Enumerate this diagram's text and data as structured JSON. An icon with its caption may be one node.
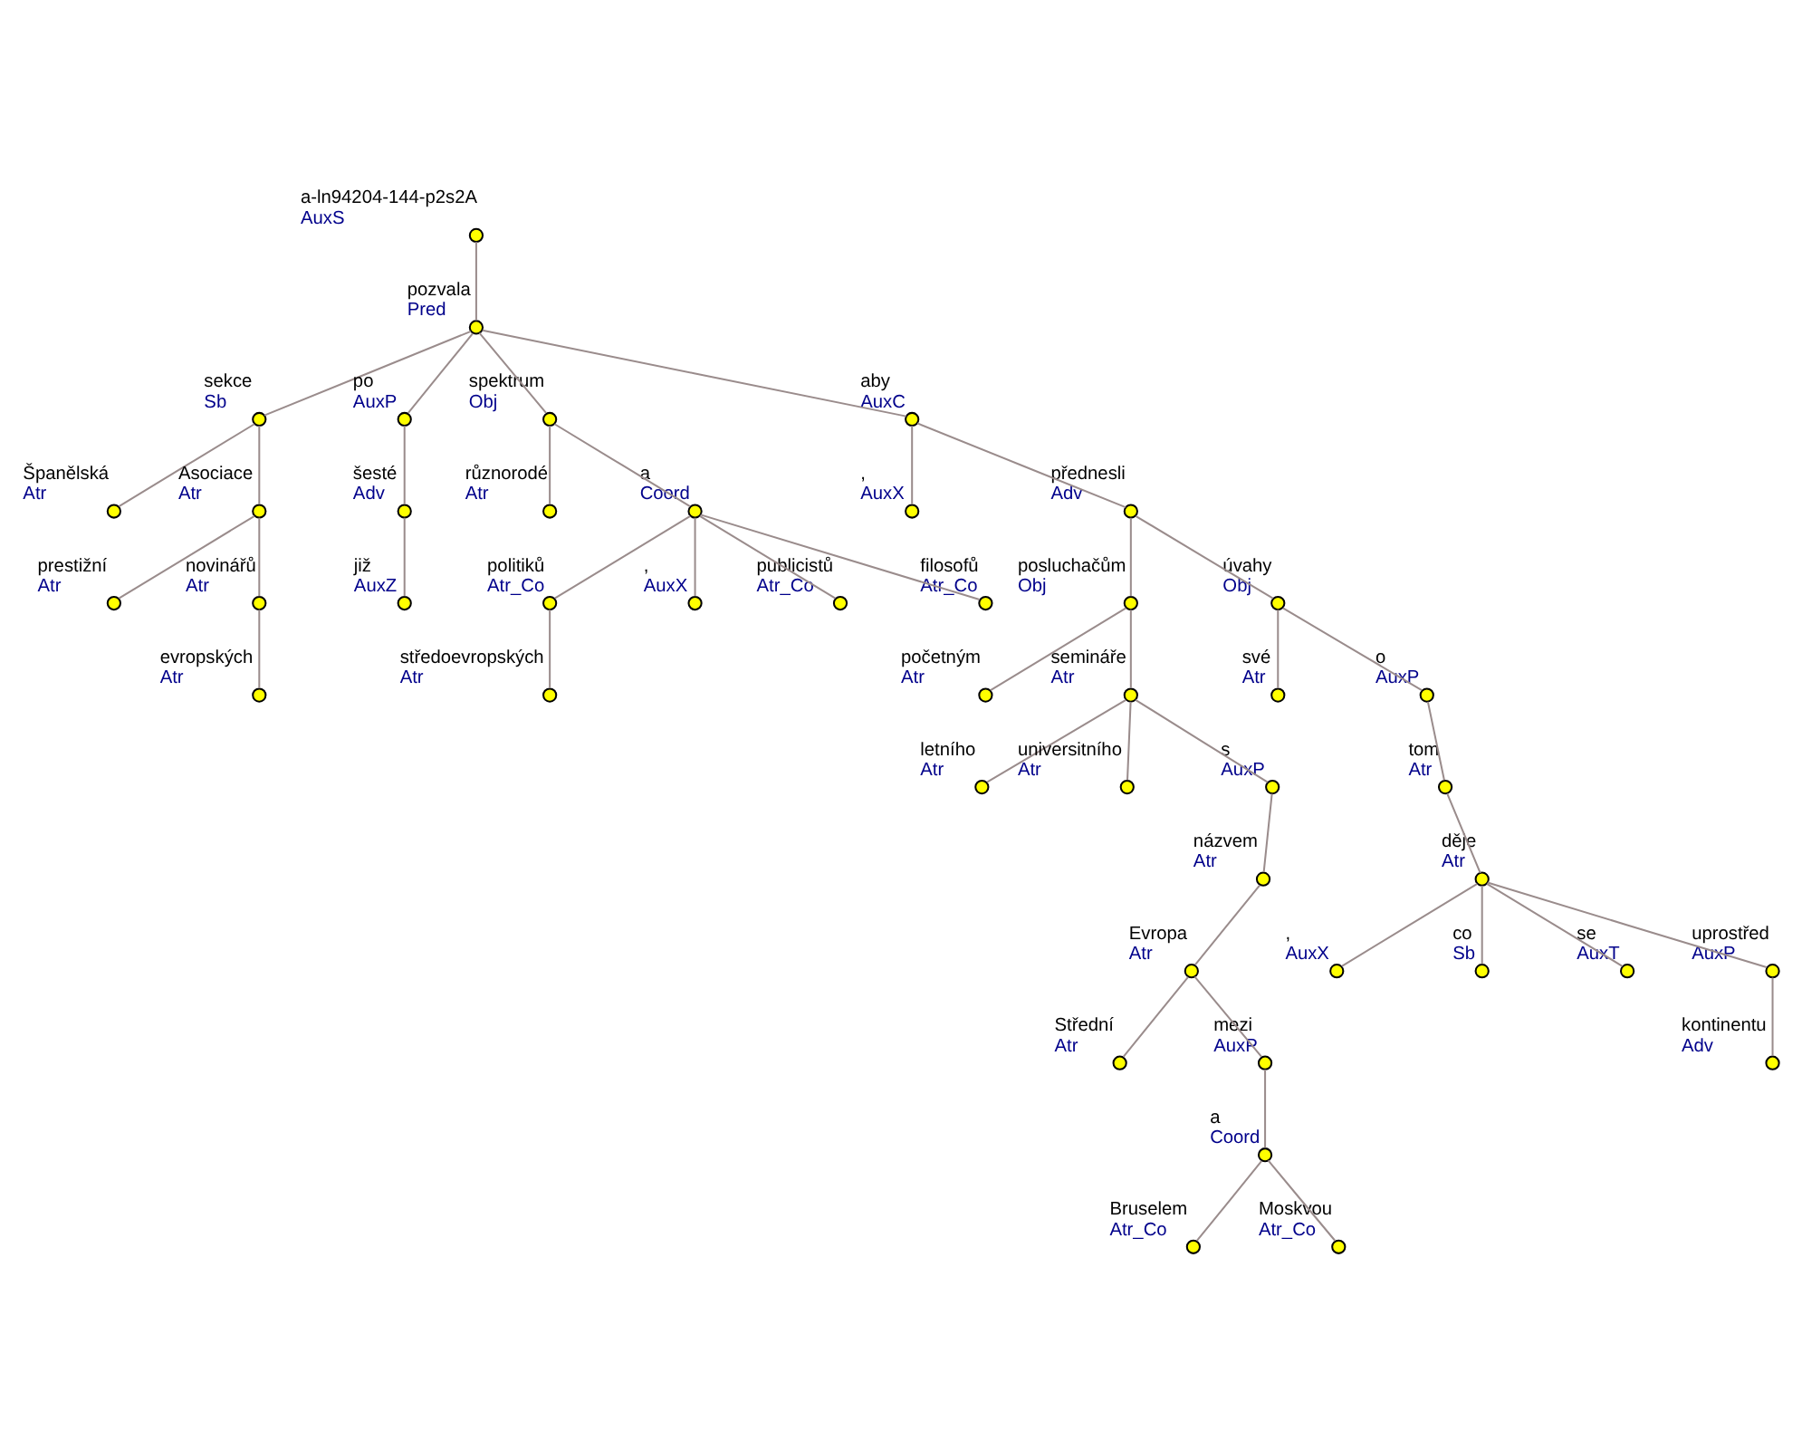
{
  "diagram": {
    "nodes": [
      {
        "text": [],
        "shape": "circle",
        "beside": [
          "a-ln94204-144-p2s2A",
          "AuxS"
        ]
      },
      {
        "text": [],
        "shape": "circle",
        "beside": [
          "pozvala",
          "Pred"
        ]
      },
      {
        "text": [],
        "shape": "circle",
        "beside": [
          "sekce",
          "Sb"
        ]
      },
      {
        "text": [],
        "shape": "circle",
        "beside": [
          "Španělská",
          "Atr"
        ]
      },
      {
        "text": [],
        "shape": "circle",
        "beside": [
          "Asociace",
          "Atr"
        ]
      },
      {
        "text": [],
        "shape": "circle",
        "beside": [
          "prestižní",
          "Atr"
        ]
      },
      {
        "text": [],
        "shape": "circle",
        "beside": [
          "novinářů",
          "Atr"
        ]
      },
      {
        "text": [],
        "shape": "circle",
        "beside": [
          "evropských",
          "Atr"
        ]
      },
      {
        "text": [],
        "shape": "circle",
        "beside": [
          "po",
          "AuxP"
        ]
      },
      {
        "text": [],
        "shape": "circle",
        "beside": [
          "šesté",
          "Adv"
        ]
      },
      {
        "text": [],
        "shape": "circle",
        "beside": [
          "již",
          "AuxZ"
        ]
      },
      {
        "text": [],
        "shape": "circle",
        "beside": [
          "spektrum",
          "Obj"
        ]
      },
      {
        "text": [],
        "shape": "circle",
        "beside": [
          "různorodé",
          "Atr"
        ]
      },
      {
        "text": [],
        "shape": "circle",
        "beside": [
          "a",
          "Coord"
        ]
      },
      {
        "text": [],
        "shape": "circle",
        "beside": [
          "politiků",
          "Atr_Co"
        ]
      },
      {
        "text": [],
        "shape": "circle",
        "beside": [
          "středoevropských",
          "Atr"
        ]
      },
      {
        "text": [],
        "shape": "circle",
        "beside": [
          ",",
          "AuxX"
        ]
      },
      {
        "text": [],
        "shape": "circle",
        "beside": [
          "publicistů",
          "Atr_Co"
        ]
      },
      {
        "text": [],
        "shape": "circle",
        "beside": [
          "filosofů",
          "Atr_Co"
        ]
      },
      {
        "text": [],
        "shape": "circle",
        "beside": [
          "aby",
          "AuxC"
        ]
      },
      {
        "text": [],
        "shape": "circle",
        "beside": [
          ",",
          "AuxX"
        ]
      },
      {
        "text": [],
        "shape": "circle",
        "beside": [
          "přednesli",
          "Adv"
        ]
      },
      {
        "text": [],
        "shape": "circle",
        "beside": [
          "posluchačům",
          "Obj"
        ]
      },
      {
        "text": [],
        "shape": "circle",
        "beside": [
          "početným",
          "Atr"
        ]
      },
      {
        "text": [],
        "shape": "circle",
        "beside": [
          "semináře",
          "Atr"
        ]
      },
      {
        "text": [],
        "shape": "circle",
        "beside": [
          "letního",
          "Atr"
        ]
      },
      {
        "text": [],
        "shape": "circle",
        "beside": [
          "universitního",
          "Atr"
        ]
      },
      {
        "text": [],
        "shape": "circle",
        "beside": [
          "s",
          "AuxP"
        ]
      },
      {
        "text": [],
        "shape": "circle",
        "beside": [
          "názvem",
          "Atr"
        ]
      },
      {
        "text": [],
        "shape": "circle",
        "beside": [
          "Evropa",
          "Atr"
        ]
      },
      {
        "text": [],
        "shape": "circle",
        "beside": [
          "Střední",
          "Atr"
        ]
      },
      {
        "text": [],
        "shape": "circle",
        "beside": [
          "mezi",
          "AuxP"
        ]
      },
      {
        "text": [],
        "shape": "circle",
        "beside": [
          "a",
          "Coord"
        ]
      },
      {
        "text": [],
        "shape": "circle",
        "beside": [
          "Bruselem",
          "Atr_Co"
        ]
      },
      {
        "text": [],
        "shape": "circle",
        "beside": [
          "Moskvou",
          "Atr_Co"
        ]
      },
      {
        "text": [],
        "shape": "circle",
        "beside": [
          "úvahy",
          "Obj"
        ]
      },
      {
        "text": [],
        "shape": "circle",
        "beside": [
          "své",
          "Atr"
        ]
      },
      {
        "text": [],
        "shape": "circle",
        "beside": [
          "o",
          "AuxP"
        ]
      },
      {
        "text": [],
        "shape": "circle",
        "beside": [
          "tom",
          "Atr"
        ]
      },
      {
        "text": [],
        "shape": "circle",
        "beside": [
          "děje",
          "Atr"
        ]
      },
      {
        "text": [],
        "shape": "circle",
        "beside": [
          ",",
          "AuxX"
        ]
      },
      {
        "text": [],
        "shape": "circle",
        "beside": [
          "co",
          "Sb"
        ]
      },
      {
        "text": [],
        "shape": "circle",
        "beside": [
          "se",
          "AuxT"
        ]
      },
      {
        "text": [],
        "shape": "circle",
        "beside": [
          "uprostřed",
          "AuxP"
        ]
      },
      {
        "text": [],
        "shape": "circle",
        "beside": [
          "kontinentu",
          "Adv"
        ]
      }
    ],
    "edges": [
      {
        "from": 0,
        "to": 1,
        "arrow": "none"
      },
      {
        "from": 1,
        "to": 2,
        "arrow": "none"
      },
      {
        "from": 2,
        "to": 3,
        "arrow": "none"
      },
      {
        "from": 2,
        "to": 4,
        "arrow": "none"
      },
      {
        "from": 4,
        "to": 5,
        "arrow": "none"
      },
      {
        "from": 4,
        "to": 6,
        "arrow": "none"
      },
      {
        "from": 6,
        "to": 7,
        "arrow": "none"
      },
      {
        "from": 1,
        "to": 8,
        "arrow": "none"
      },
      {
        "from": 8,
        "to": 9,
        "arrow": "none"
      },
      {
        "from": 9,
        "to": 10,
        "arrow": "none"
      },
      {
        "from": 1,
        "to": 11,
        "arrow": "none"
      },
      {
        "from": 11,
        "to": 12,
        "arrow": "none"
      },
      {
        "from": 11,
        "to": 13,
        "arrow": "none"
      },
      {
        "from": 13,
        "to": 14,
        "arrow": "none"
      },
      {
        "from": 14,
        "to": 15,
        "arrow": "none"
      },
      {
        "from": 13,
        "to": 16,
        "arrow": "none"
      },
      {
        "from": 13,
        "to": 17,
        "arrow": "none"
      },
      {
        "from": 13,
        "to": 18,
        "arrow": "none"
      },
      {
        "from": 1,
        "to": 19,
        "arrow": "none"
      },
      {
        "from": 19,
        "to": 20,
        "arrow": "none"
      },
      {
        "from": 19,
        "to": 21,
        "arrow": "none"
      },
      {
        "from": 21,
        "to": 22,
        "arrow": "none"
      },
      {
        "from": 22,
        "to": 23,
        "arrow": "none"
      },
      {
        "from": 22,
        "to": 24,
        "arrow": "none"
      },
      {
        "from": 24,
        "to": 25,
        "arrow": "none"
      },
      {
        "from": 24,
        "to": 26,
        "arrow": "none"
      },
      {
        "from": 24,
        "to": 27,
        "arrow": "none"
      },
      {
        "from": 27,
        "to": 28,
        "arrow": "none"
      },
      {
        "from": 28,
        "to": 29,
        "arrow": "none"
      },
      {
        "from": 29,
        "to": 30,
        "arrow": "none"
      },
      {
        "from": 29,
        "to": 31,
        "arrow": "none"
      },
      {
        "from": 31,
        "to": 32,
        "arrow": "none"
      },
      {
        "from": 32,
        "to": 33,
        "arrow": "none"
      },
      {
        "from": 32,
        "to": 34,
        "arrow": "none"
      },
      {
        "from": 21,
        "to": 35,
        "arrow": "none"
      },
      {
        "from": 35,
        "to": 36,
        "arrow": "none"
      },
      {
        "from": 35,
        "to": 37,
        "arrow": "none"
      },
      {
        "from": 37,
        "to": 38,
        "arrow": "none"
      },
      {
        "from": 38,
        "to": 39,
        "arrow": "none"
      },
      {
        "from": 39,
        "to": 40,
        "arrow": "none"
      },
      {
        "from": 39,
        "to": 41,
        "arrow": "none"
      },
      {
        "from": 39,
        "to": 42,
        "arrow": "none"
      },
      {
        "from": 39,
        "to": 43,
        "arrow": "none"
      },
      {
        "from": 43,
        "to": 44,
        "arrow": "none"
      }
    ]
  }
}
